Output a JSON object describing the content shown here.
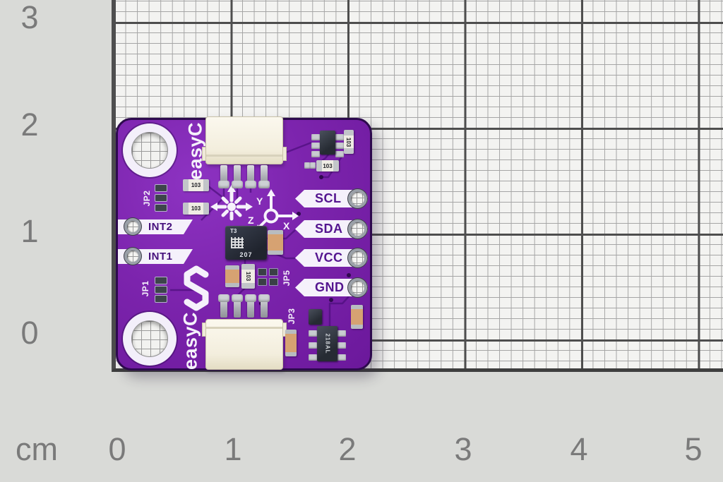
{
  "ruler": {
    "unit_label": "cm",
    "x_ticks": [
      "0",
      "1",
      "2",
      "3",
      "4",
      "5"
    ],
    "y_ticks": [
      "3",
      "2",
      "1",
      "0"
    ]
  },
  "board": {
    "silkscreen": {
      "easyc_top": "easyC",
      "easyc_bottom": "easyC",
      "int2": "INT2",
      "int1": "INT1",
      "scl": "SCL",
      "sda": "SDA",
      "vcc": "VCC",
      "gnd": "GND",
      "jp1": "JP1",
      "jp2": "JP2",
      "jp3": "JP3",
      "jp5": "JP5",
      "axis_x": "X",
      "axis_y": "Y",
      "axis_z": "Z"
    },
    "components": {
      "main_chip_line1": "T3",
      "main_chip_line2": "207",
      "regulator_marking": "218AL",
      "resistor_code": "103"
    },
    "colors": {
      "soldermask": "#7c24ad",
      "board_edge": "#2d0a4d",
      "silkscreen_white": "#f5f1fb",
      "label_text_purple": "#4c1582",
      "chip_body": "#262b33",
      "capacitor_tan": "#d6a272",
      "paper": "#f3f3f1",
      "grid_major": "#4e4e4e",
      "grid_minor": "#a5a5a5",
      "ruler_text": "#7a7a7a",
      "background": "#d9dad7"
    }
  }
}
